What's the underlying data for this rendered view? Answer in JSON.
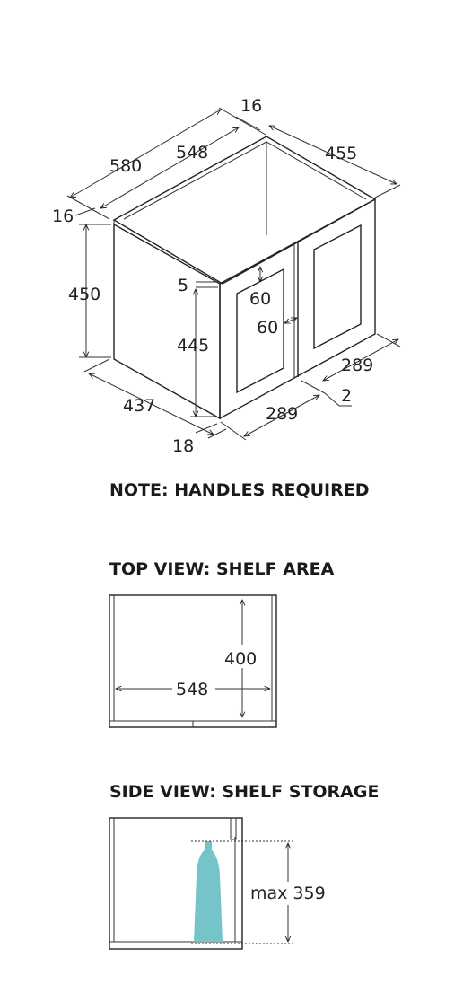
{
  "iso": {
    "dims": {
      "overall_width": "580",
      "inner_width": "548",
      "side_gap": "16",
      "top_gap": "16",
      "depth_top": "455",
      "height": "450",
      "door_gap": "5",
      "frame_v": "60",
      "frame_h": "60",
      "door_height": "445",
      "depth_side": "437",
      "thickness": "18",
      "door_width_left": "289",
      "door_width_right": "289",
      "door_reveal": "2"
    }
  },
  "note": "NOTE: HANDLES REQUIRED",
  "top_view": {
    "title": "TOP VIEW: SHELF AREA",
    "depth": "400",
    "width": "548"
  },
  "side_view": {
    "title": "SIDE VIEW: SHELF STORAGE",
    "max_height": "max 359"
  },
  "colors": {
    "line": "#222222",
    "bottle": "#74c4c9"
  }
}
